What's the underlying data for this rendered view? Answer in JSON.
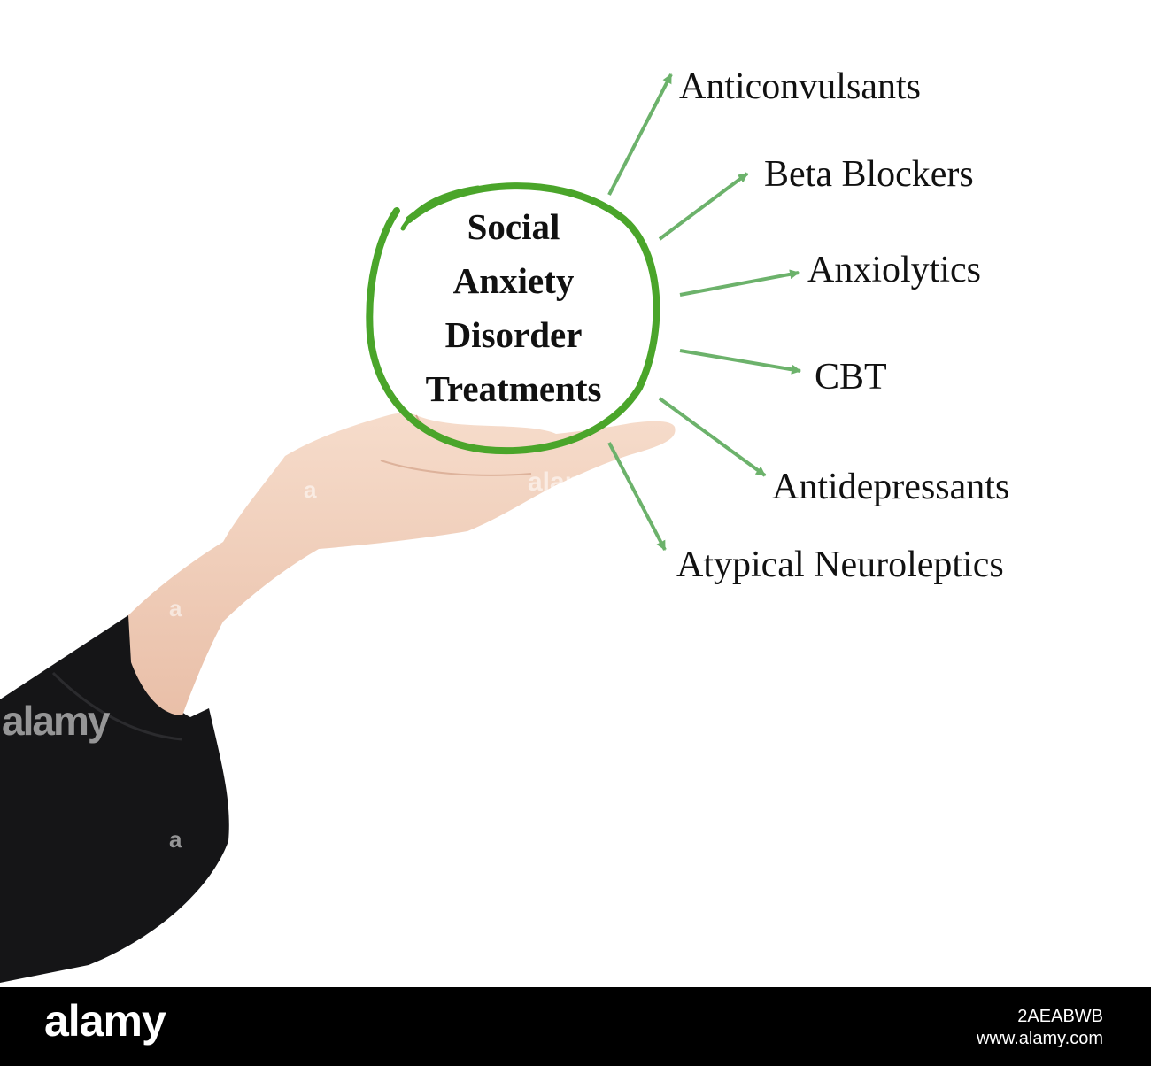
{
  "diagram": {
    "center_title_lines": [
      "Social",
      "Anxiety",
      "Disorder",
      "Treatments"
    ],
    "treatments": [
      "Anticonvulsants",
      "Beta Blockers",
      "Anxiolytics",
      "CBT",
      "Antidepressants",
      "Atypical Neuroleptics"
    ]
  },
  "watermark": {
    "side_logo": "alamy",
    "letter": "a",
    "middle_text": "alam"
  },
  "footer": {
    "logo": "alamy",
    "image_id": "2AEABWB",
    "site": "www.alamy.com"
  },
  "colors": {
    "circle": "#4aa52a",
    "arrow": "#6cb26b",
    "sleeve": "#151517",
    "skin": "#f2d2bd",
    "footer_background": "#000000"
  }
}
